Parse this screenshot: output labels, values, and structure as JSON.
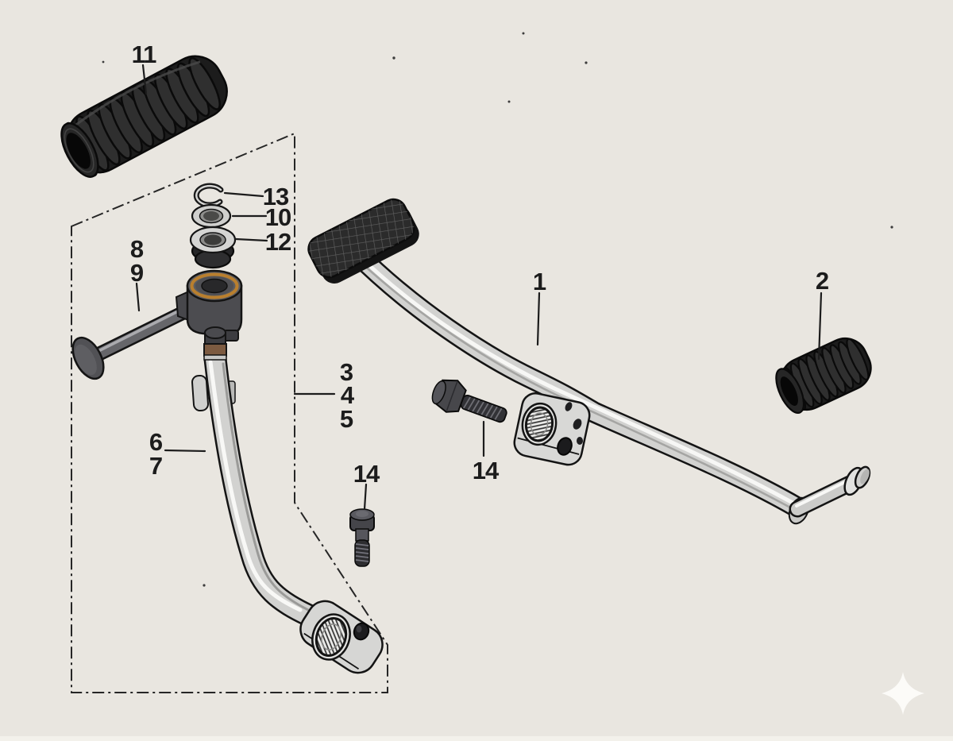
{
  "diagram": {
    "background_color": "#e9e6e0",
    "line_color": "#1c1c1c",
    "bushing_accent_color": "#b97f2e",
    "chrome_color": "#d4d4d2",
    "rubber_color": "#222222",
    "watermark_icon": "sparkle-icon",
    "callouts": [
      {
        "label": "11"
      },
      {
        "label": "13"
      },
      {
        "label": "10"
      },
      {
        "label": "12"
      },
      {
        "label": "8"
      },
      {
        "label": "9"
      },
      {
        "label": "6"
      },
      {
        "label": "7"
      },
      {
        "label": "3"
      },
      {
        "label": "4"
      },
      {
        "label": "5"
      },
      {
        "label": "1"
      },
      {
        "label": "2"
      },
      {
        "label": "14"
      },
      {
        "label": "14"
      }
    ]
  }
}
